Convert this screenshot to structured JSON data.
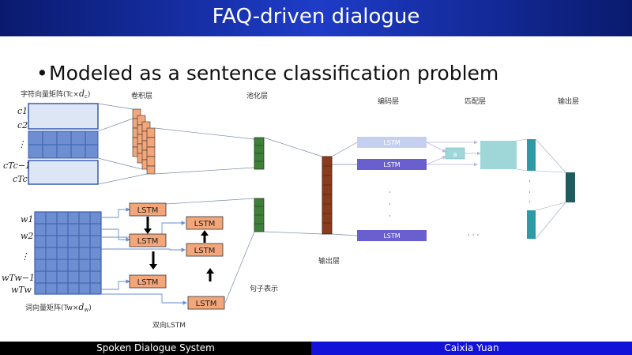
{
  "slide": {
    "title": "FAQ-driven dialogue",
    "bullet": "Modeled as a sentence classification problem"
  },
  "diagram": {
    "char_matrix_label": "字符向量矩阵(Tc×",
    "char_matrix_label_var": "d",
    "char_matrix_label_sub": "c",
    "char_matrix_label_end": ")",
    "conv_label": "卷积层",
    "pool_label": "池化层",
    "encode_label": "编码层",
    "match_label": "匹配层",
    "output_label_right": "输出层",
    "output_label_mid": "输出层",
    "sentence_repr_label": "句子表示",
    "bilstm_label": "双向LSTM",
    "word_matrix_label": "词向量矩阵(Tw×",
    "word_matrix_label_var": "d",
    "word_matrix_label_sub": "w",
    "word_matrix_label_end": ")",
    "char_rows": [
      "c1",
      "c2",
      "⋮",
      "cTc−1",
      "cTc"
    ],
    "word_rows": [
      "w1",
      "w2",
      "⋮",
      "wTw−1",
      "wTw"
    ],
    "lstm_left": [
      "LSTM",
      "LSTM",
      "LSTM"
    ],
    "lstm_right": [
      "LSTM",
      "LSTM",
      "LSTM"
    ],
    "lstm_encoder": [
      "LSTM",
      "LSTM",
      "LSTM"
    ],
    "match_cell": "a",
    "ellipsis_h": "· · ·",
    "colors": {
      "conv": "#f2a679",
      "char_matrix": "#dce6f5",
      "word_grid": "#6d8fd1",
      "pool": "#3f7f3a",
      "output_mid": "#8a3c1c",
      "encoder_light": "#c5cff0",
      "encoder": "#6a5fcf",
      "match": "#9fd7d9",
      "teal": "#2e9aa5",
      "teal_dark": "#1f5c5e",
      "title_bar": "#1e3cc8",
      "footer_right": "#1212d8"
    }
  },
  "footer": {
    "left": "Spoken Dialogue System",
    "right": "Caixia Yuan"
  }
}
